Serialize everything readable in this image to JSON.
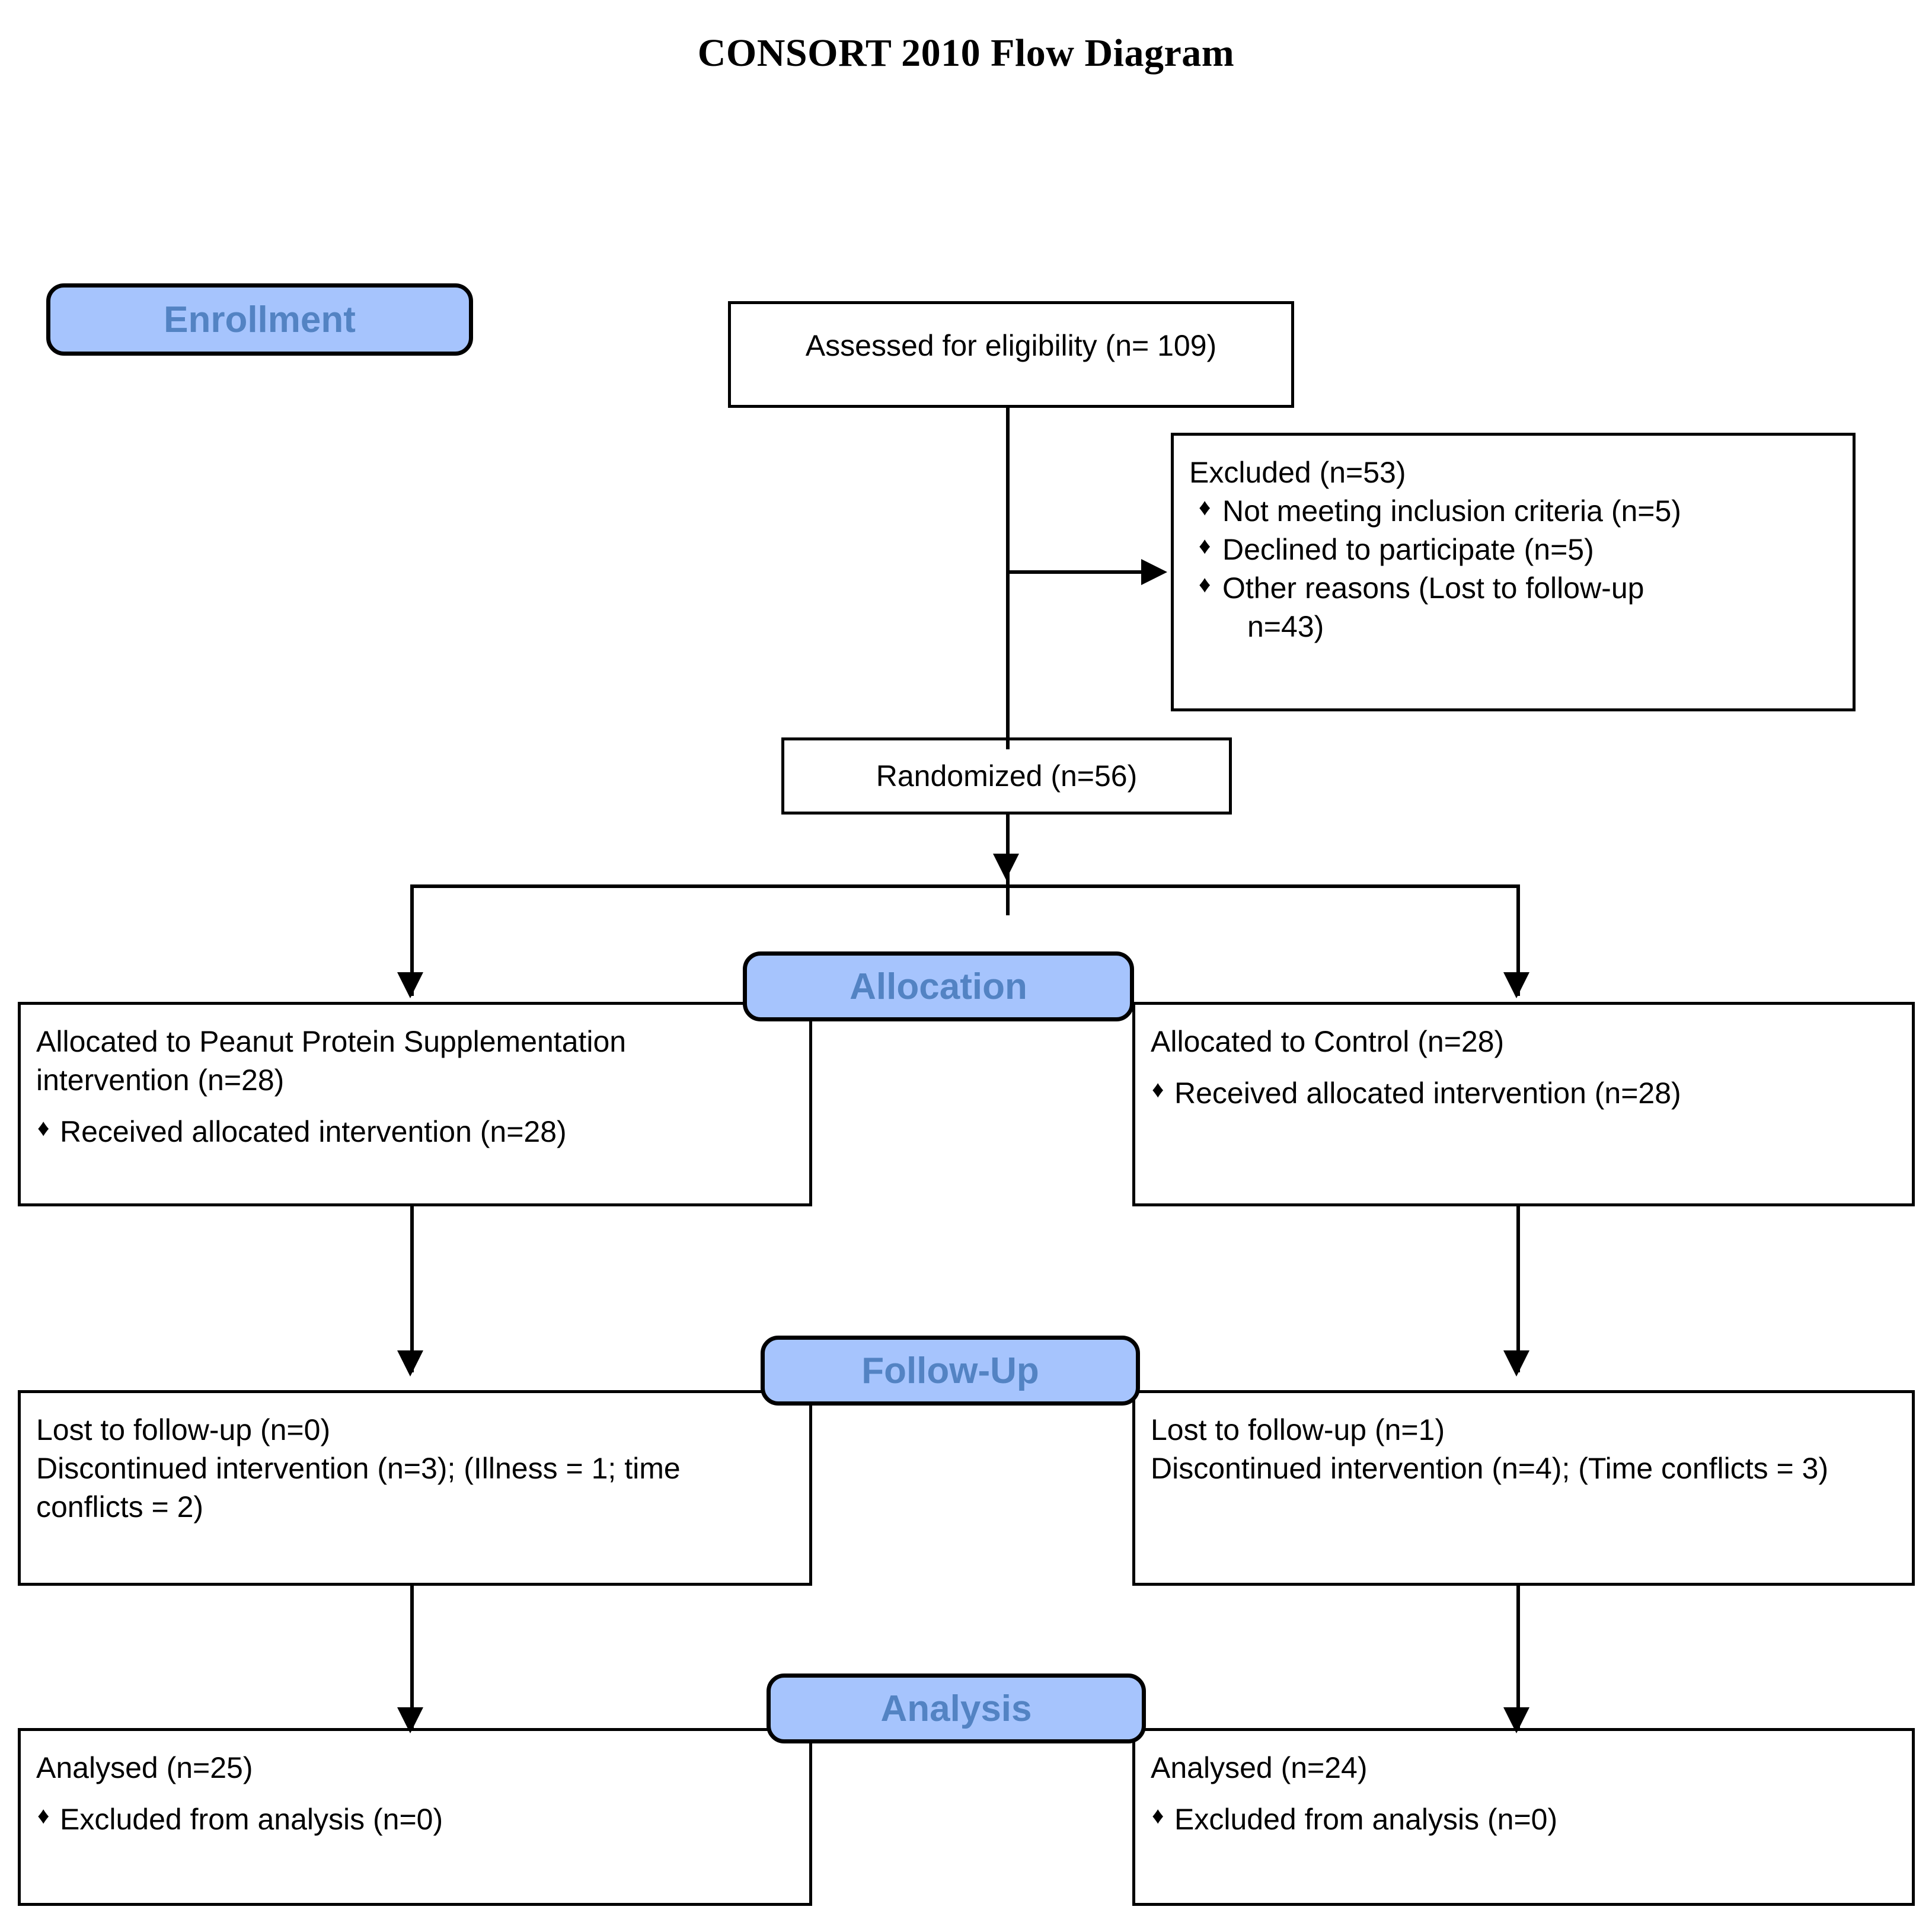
{
  "title": "CONSORT 2010 Flow Diagram",
  "stages": {
    "enrollment": "Enrollment",
    "allocation": "Allocation",
    "followup": "Follow-Up",
    "analysis": "Analysis"
  },
  "colors": {
    "badge_fill": "#a6c4fd",
    "badge_text": "#5383c3",
    "border": "#000000",
    "background": "#ffffff"
  },
  "bullet_glyph": "♦",
  "nodes": {
    "assessed": {
      "label": "Assessed for eligibility (n= 109)"
    },
    "excluded": {
      "heading": "Excluded (n=53)",
      "items": [
        "Not meeting inclusion criteria (n=5)",
        "Declined to participate (n=5)",
        "Other reasons (Lost to follow-up"
      ],
      "continuation": "n=43)"
    },
    "randomized": {
      "label": "Randomized (n=56)"
    },
    "alloc_left": {
      "line1": "Allocated to Peanut Protein Supplementation",
      "line2": "intervention (n=28)",
      "items": [
        "Received allocated intervention (n=28)"
      ]
    },
    "alloc_right": {
      "line1": "Allocated to Control (n=28)",
      "items": [
        "Received allocated intervention (n=28)"
      ]
    },
    "follow_left": {
      "line1": "Lost to follow-up (n=0)",
      "line2": "Discontinued intervention (n=3); (Illness = 1; time conflicts = 2)"
    },
    "follow_right": {
      "line1": "Lost to follow-up (n=1)",
      "line2": "Discontinued intervention (n=4); (Time conflicts = 3)"
    },
    "analysis_left": {
      "line1": "Analysed (n=25)",
      "items": [
        "Excluded from analysis (n=0)"
      ]
    },
    "analysis_right": {
      "line1": "Analysed (n=24)",
      "items": [
        "Excluded from analysis (n=0)"
      ]
    }
  }
}
